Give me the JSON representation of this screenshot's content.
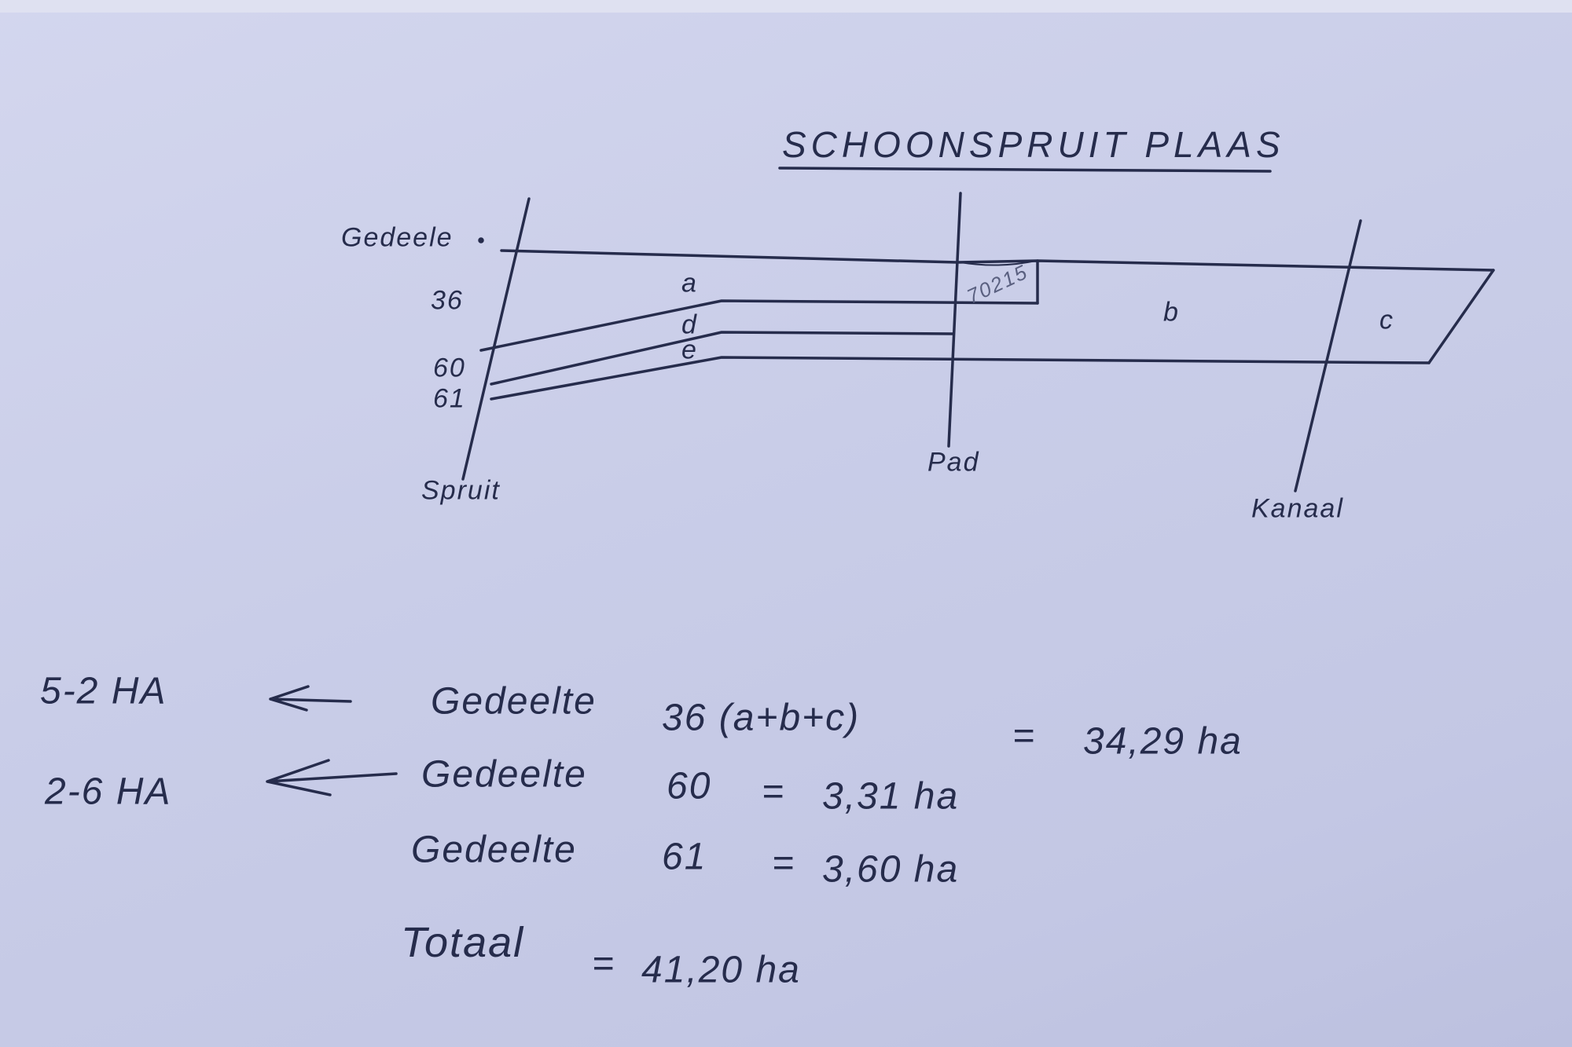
{
  "title": "SCHOONSPRUIT PLAAS",
  "diagram": {
    "labels": {
      "gedeelte": "Gedeele",
      "p36": "36",
      "p60": "60",
      "p61": "61",
      "a": "a",
      "b": "b",
      "c": "c",
      "d": "d",
      "e": "e",
      "box": "70215",
      "pad": "Pad",
      "spruit": "Spruit",
      "kanaal": "Kanaal"
    }
  },
  "areas": [
    {
      "note": "5-2 HA",
      "label": "Gedeelte",
      "parcel": "36 (a+b+c)",
      "eq": "=",
      "value": "34,29 ha"
    },
    {
      "note": "2-6 HA",
      "label": "Gedeelte",
      "parcel": "60",
      "eq": "=",
      "value": "3,31 ha"
    },
    {
      "note": "",
      "label": "Gedeelte",
      "parcel": "61",
      "eq": "=",
      "value": "3,60 ha"
    }
  ],
  "total": {
    "label": "Totaal",
    "eq": "=",
    "value": "41,20 ha"
  },
  "colors": {
    "ink": "#262c4c",
    "paper": "#c9cde8"
  }
}
